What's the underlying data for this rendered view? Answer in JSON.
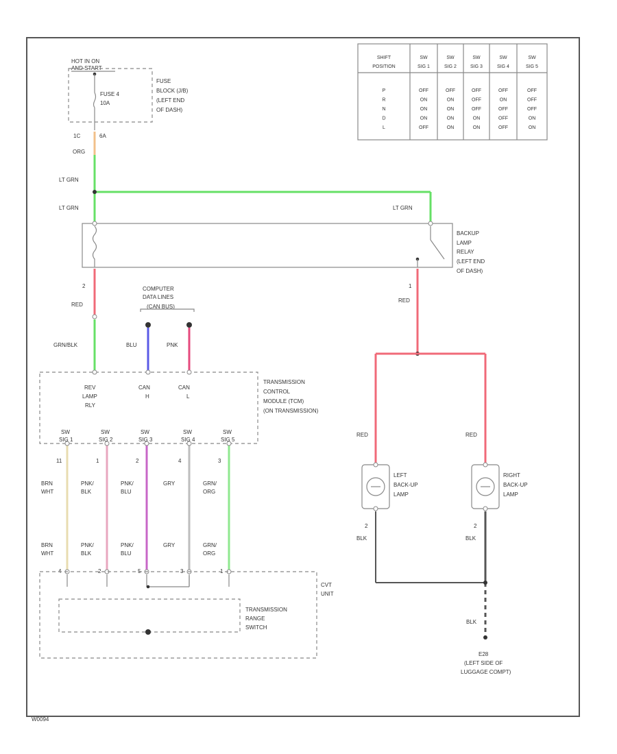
{
  "colors": {
    "ORG": "#f2c08a",
    "LT GRN": "#66e066",
    "RED": "#f06a78",
    "BLU": "#5a5ae6",
    "PNK": "#e64a7d",
    "BRN WHT": "#e8dcb0",
    "PNK BLK": "#e8a7bf",
    "PNK BLU": "#c766c7",
    "GRY": "#bdbdbd",
    "GRN ORG": "#8fe88f",
    "BLK": "#555555"
  },
  "power": {
    "hot_line1": "HOT IN ON",
    "hot_line2": "AND START",
    "fuse_name": "FUSE 4",
    "fuse_amps": "10A",
    "fuse_block_l1": "FUSE",
    "fuse_block_l2": "BLOCK (J/B)",
    "fuse_block_l3": "(LEFT END",
    "fuse_block_l4": "OF DASH)",
    "pin_1c": "1C",
    "pin_6a": "6A"
  },
  "wires": {
    "org": "ORG",
    "lt_grn_1": "LT GRN",
    "lt_grn_2": "LT GRN",
    "lt_grn_3": "LT GRN",
    "red_1": "RED",
    "red_2": "RED",
    "red_3": "RED",
    "red_4": "RED",
    "grn_blk": "GRN/BLK",
    "blu": "BLU",
    "pnk": "PNK",
    "blk_1": "BLK",
    "blk_2": "BLK",
    "blk_3": "BLK"
  },
  "relay": {
    "l1": "BACKUP",
    "l2": "LAMP",
    "l3": "RELAY",
    "l4": "(LEFT END",
    "l5": "OF DASH)",
    "pin_2": "2",
    "pin_1": "1"
  },
  "computer": {
    "l1": "COMPUTER",
    "l2": "DATA LINES",
    "l3": "(CAN BUS)"
  },
  "tcm": {
    "l1": "TRANSMISSION",
    "l2": "CONTROL",
    "l3": "MODULE (TCM)",
    "l4": "(ON TRANSMISSION)",
    "rev_1": "REV",
    "rev_2": "LAMP",
    "rev_3": "RLY",
    "canh_1": "CAN",
    "canh_2": "H",
    "canl_1": "CAN",
    "canl_2": "L",
    "pins": [
      {
        "label": "SW",
        "sub": "SIG 1",
        "num": "11",
        "w1": "BRN",
        "w2": "WHT"
      },
      {
        "label": "SW",
        "sub": "SIG 2",
        "num": "1",
        "w1": "PNK/",
        "w2": "BLK"
      },
      {
        "label": "SW",
        "sub": "SIG 3",
        "num": "2",
        "w1": "PNK/",
        "w2": "BLU"
      },
      {
        "label": "SW",
        "sub": "SIG 4",
        "num": "4",
        "w1": "GRY",
        "w2": ""
      },
      {
        "label": "SW",
        "sub": "SIG 5",
        "num": "3",
        "w1": "GRN/",
        "w2": "ORG"
      }
    ]
  },
  "bottom_wires": [
    {
      "w1": "BRN",
      "w2": "WHT",
      "pin": "4"
    },
    {
      "w1": "PNK/",
      "w2": "BLK",
      "pin": "2"
    },
    {
      "w1": "PNK/",
      "w2": "BLU",
      "pin": "5"
    },
    {
      "w1": "GRY",
      "w2": "",
      "pin": "3"
    },
    {
      "w1": "GRN/",
      "w2": "ORG",
      "pin": "1"
    }
  ],
  "cvt": {
    "l1": "CVT",
    "l2": "UNIT",
    "range_l1": "TRANSMISSION",
    "range_l2": "RANGE",
    "range_l3": "SWITCH"
  },
  "lamps": {
    "left_l1": "LEFT",
    "left_l2": "BACK-UP",
    "left_l3": "LAMP",
    "right_l1": "RIGHT",
    "right_l2": "BACK-UP",
    "right_l3": "LAMP",
    "pin_left": "2",
    "pin_right": "2"
  },
  "ground": {
    "id": "E28",
    "l1": "(LEFT SIDE OF",
    "l2": "LUGGAGE COMPT)"
  },
  "table": {
    "header1": [
      "SHIFT",
      "SW",
      "SW",
      "SW",
      "SW",
      "SW"
    ],
    "header2": [
      "POSITION",
      "SIG 1",
      "SIG 2",
      "SIG 3",
      "SIG 4",
      "SIG 5"
    ],
    "rows": [
      [
        "P",
        "OFF",
        "OFF",
        "OFF",
        "OFF",
        "OFF"
      ],
      [
        "R",
        "ON",
        "ON",
        "OFF",
        "ON",
        "OFF"
      ],
      [
        "N",
        "ON",
        "ON",
        "OFF",
        "OFF",
        "OFF"
      ],
      [
        "D",
        "ON",
        "ON",
        "ON",
        "OFF",
        "ON"
      ],
      [
        "L",
        "OFF",
        "ON",
        "ON",
        "OFF",
        "ON"
      ]
    ]
  },
  "footer_code": "W0094"
}
